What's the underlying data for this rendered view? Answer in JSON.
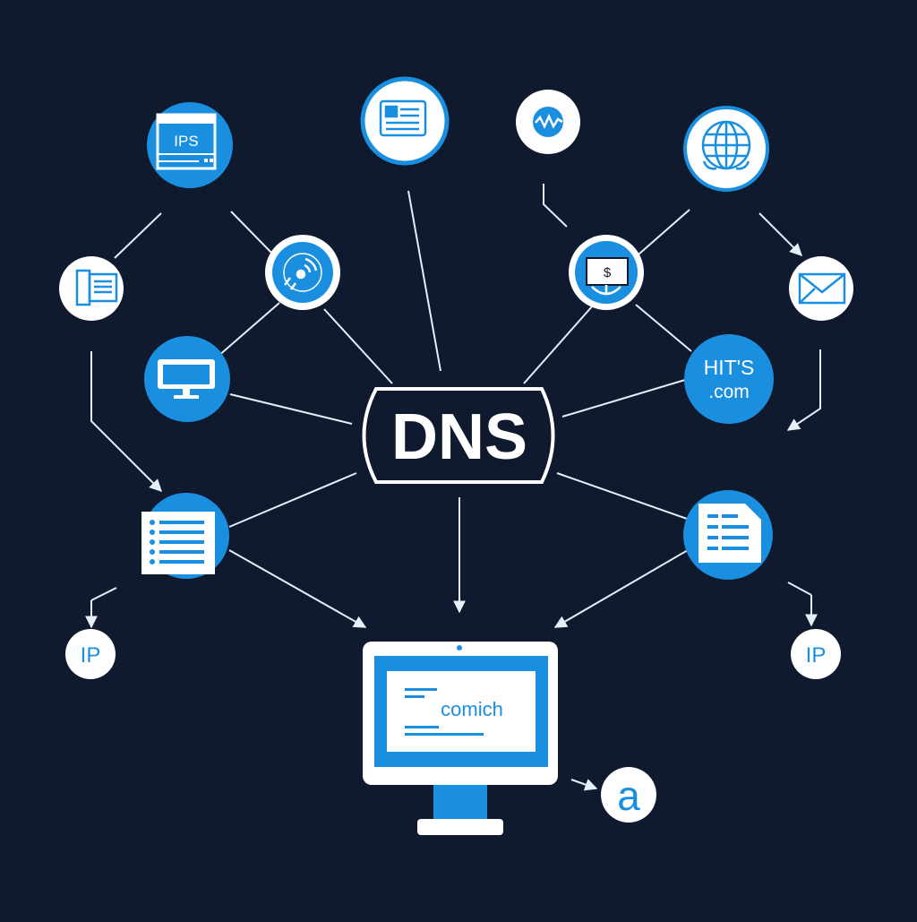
{
  "colors": {
    "background": "#0f1a2e",
    "blue": "#1a8fe0",
    "white": "#ffffff",
    "line": "#e6eef8"
  },
  "hub": {
    "label": "DNS"
  },
  "nodes": {
    "ips_server": {
      "label": "IPS",
      "icon": "server-icon"
    },
    "doc_top": {
      "icon": "document-card-icon"
    },
    "wave_top": {
      "icon": "waveform-icon"
    },
    "globe": {
      "icon": "globe-icon"
    },
    "doc_left": {
      "icon": "document-icon"
    },
    "satellite": {
      "icon": "signal-icon"
    },
    "dollar": {
      "icon": "dollar-globe-icon"
    },
    "mail": {
      "icon": "envelope-icon"
    },
    "monitor_small": {
      "icon": "monitor-icon"
    },
    "domain": {
      "label_line1": "HIT'S",
      "label_line2": ".com"
    },
    "list_left": {
      "icon": "list-icon"
    },
    "file_right": {
      "icon": "spreadsheet-icon"
    },
    "ip_left": {
      "label": "IP"
    },
    "ip_right": {
      "label": "IP"
    },
    "at_sign": {
      "label": "a"
    }
  },
  "computer": {
    "screen_text": "comich",
    "icon": "desktop-monitor-icon"
  }
}
